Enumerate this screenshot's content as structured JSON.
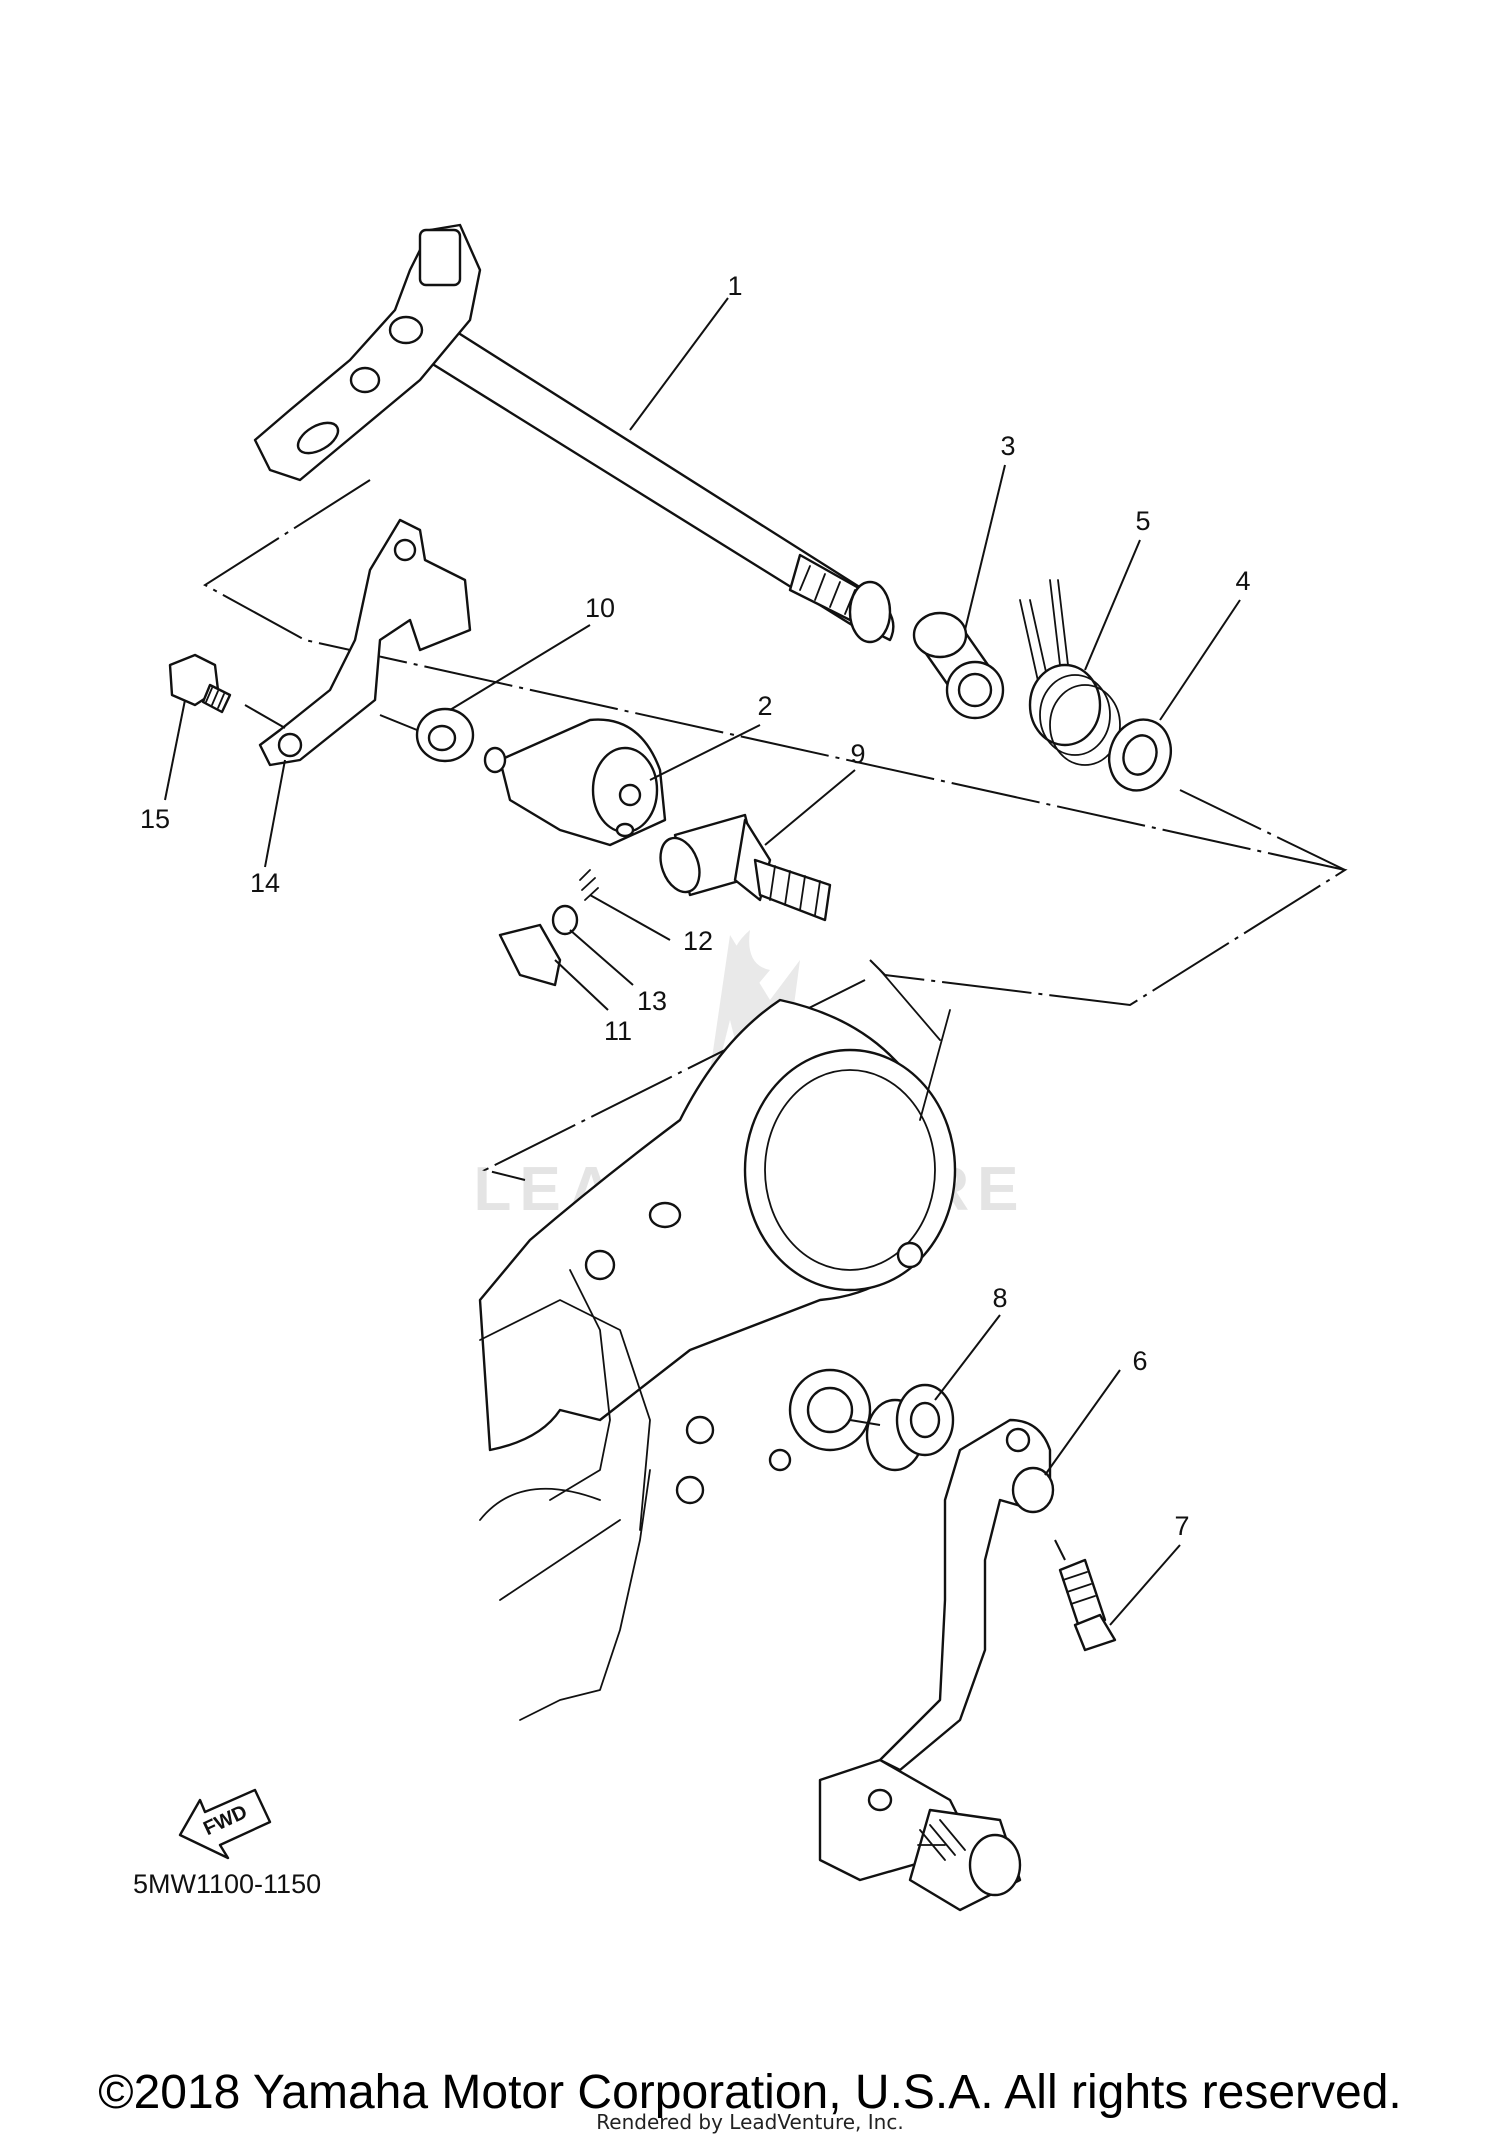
{
  "diagram": {
    "callouts": [
      "1",
      "2",
      "3",
      "4",
      "5",
      "6",
      "7",
      "8",
      "9",
      "10",
      "11",
      "12",
      "13",
      "14",
      "15"
    ],
    "part_code": "5MW1100-1150",
    "fwd_label": "FWD",
    "watermark": "LEADVENTURE"
  },
  "footer": {
    "copyright": "©2018 Yamaha Motor Corporation, U.S.A. All rights reserved.",
    "rendered_by": "Rendered by LeadVenture, Inc."
  }
}
